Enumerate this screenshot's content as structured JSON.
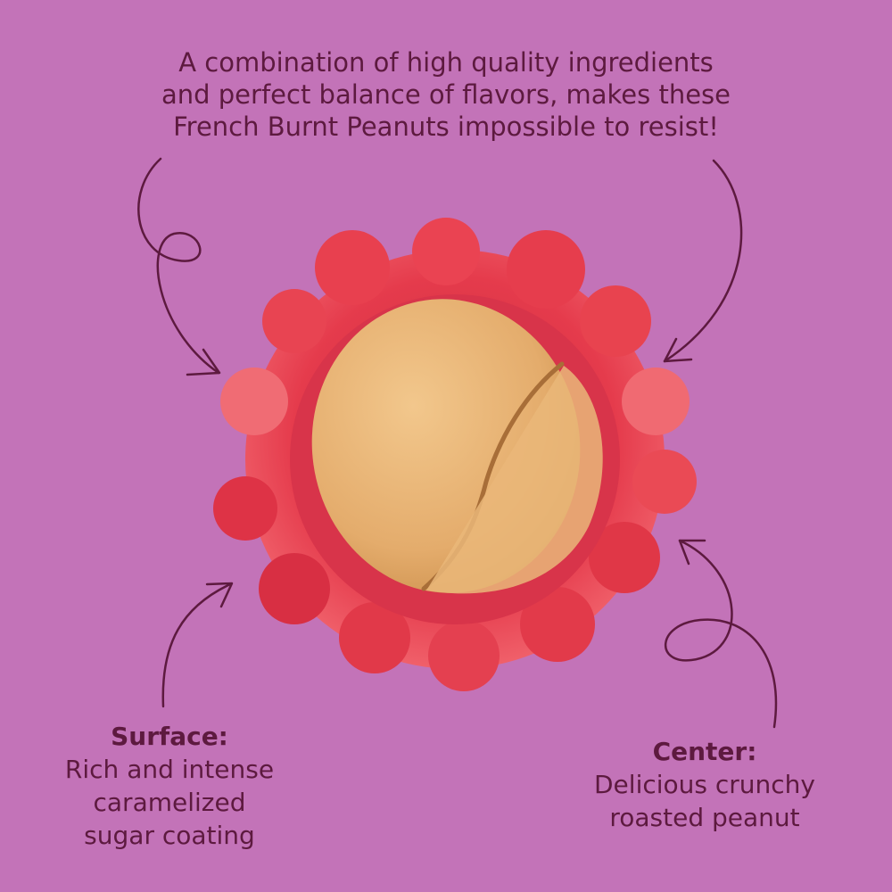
{
  "headline": {
    "lines": [
      "A combination of high quality ingredients",
      "and perfect balance of flavors, makes these",
      "French Burnt Peanuts  impossible to resist!"
    ]
  },
  "callouts": {
    "surface": {
      "title": "Surface:",
      "lines": [
        "Rich and intense",
        "caramelized",
        "sugar coating"
      ]
    },
    "center": {
      "title": "Center:",
      "lines": [
        "Delicious crunchy",
        "roasted peanut"
      ]
    }
  },
  "image": {
    "subject": "peanut-cross-section"
  },
  "colors": {
    "background": "#c373b8",
    "text": "#5d1a3f",
    "coating": "#e33a4a",
    "peanut": "#e9b577"
  }
}
